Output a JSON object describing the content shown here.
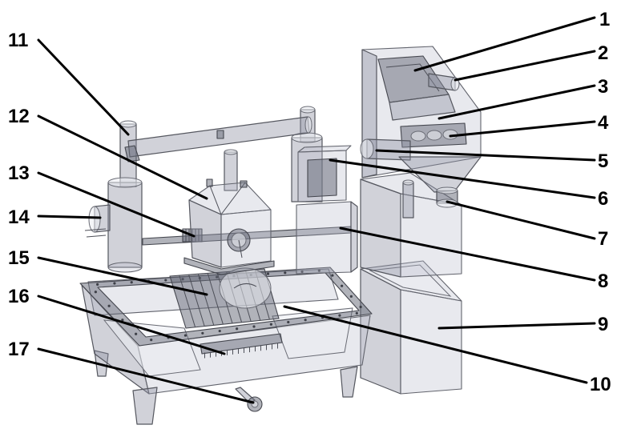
{
  "callouts": [
    "1",
    "2",
    "3",
    "4",
    "5",
    "6",
    "7",
    "8",
    "9",
    "10",
    "11",
    "12",
    "13",
    "14",
    "15",
    "16",
    "17"
  ],
  "colors": {
    "leader": "#000000",
    "label": "#000000",
    "body": "#9a9dac"
  }
}
